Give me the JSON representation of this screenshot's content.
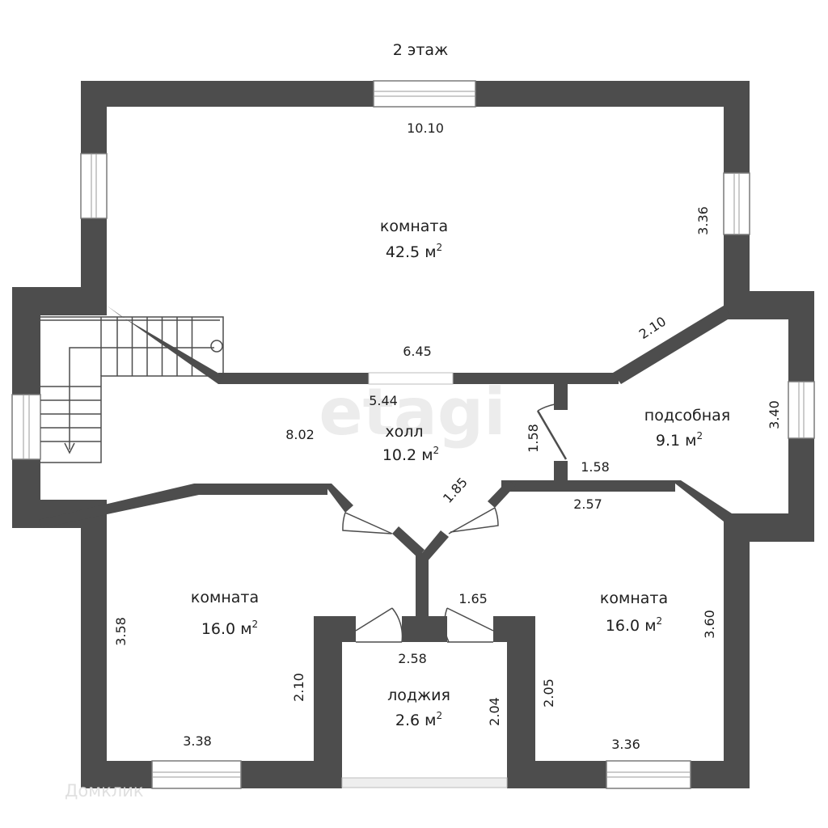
{
  "title": "2 этаж",
  "area_unit": "м",
  "area_exp": "2",
  "rooms": [
    {
      "id": "big-room",
      "name": "комната",
      "area": "42.5"
    },
    {
      "id": "hall",
      "name": "холл",
      "area": "10.2"
    },
    {
      "id": "utility",
      "name": "подсобная",
      "area": "9.1"
    },
    {
      "id": "room-left",
      "name": "комната",
      "area": "16.0"
    },
    {
      "id": "room-right",
      "name": "комната",
      "area": "16.0"
    },
    {
      "id": "loggia",
      "name": "лоджия",
      "area": "2.6"
    }
  ],
  "dimensions": [
    {
      "id": "big-top",
      "text": "10.10"
    },
    {
      "id": "big-right",
      "text": "3.36"
    },
    {
      "id": "big-diag",
      "text": "2.10"
    },
    {
      "id": "big-bottom",
      "text": "6.45"
    },
    {
      "id": "hall-top",
      "text": "5.44"
    },
    {
      "id": "hall-left",
      "text": "8.02"
    },
    {
      "id": "hall-door",
      "text": "1.58"
    },
    {
      "id": "hall-diag",
      "text": "1.85"
    },
    {
      "id": "util-bottom",
      "text": "1.58"
    },
    {
      "id": "util-right",
      "text": "3.40"
    },
    {
      "id": "rright-top",
      "text": "2.57"
    },
    {
      "id": "rright-right",
      "text": "3.60"
    },
    {
      "id": "rright-left",
      "text": "2.05"
    },
    {
      "id": "rright-bottom",
      "text": "3.36"
    },
    {
      "id": "rleft-left",
      "text": "3.58"
    },
    {
      "id": "rleft-right",
      "text": "2.10"
    },
    {
      "id": "rleft-bottom",
      "text": "3.38"
    },
    {
      "id": "loggia-top",
      "text": "2.58"
    },
    {
      "id": "loggia-right",
      "text": "2.04"
    },
    {
      "id": "loggia-door",
      "text": "1.65"
    }
  ],
  "watermarks": {
    "main": "etagi",
    "corner": "Домклик"
  }
}
